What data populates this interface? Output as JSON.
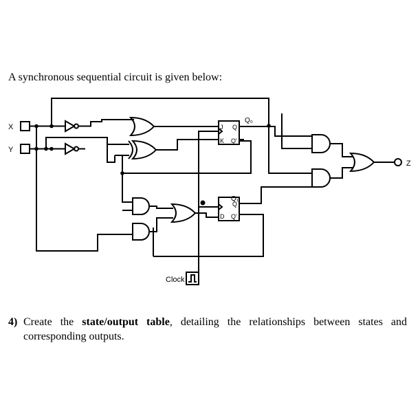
{
  "intro": "A synchronous sequential circuit is given below:",
  "circuit": {
    "input_x": "X",
    "input_y": "Y",
    "output_z": "Z",
    "clock": "Clock",
    "ff0": {
      "out_label": "Q₀",
      "pin_j": "J",
      "pin_k": "K",
      "pin_q": "Q",
      "pin_qn": "Q'"
    },
    "ff1": {
      "out_label": "Q₁",
      "pin_d": "D",
      "pin_q": "Q",
      "pin_qn": "Q'"
    }
  },
  "question": {
    "number": "4)",
    "text_a": "Create the ",
    "text_bold": "state/output table",
    "text_b": ", detailing the relationships between states and",
    "text_c": "corresponding outputs."
  }
}
